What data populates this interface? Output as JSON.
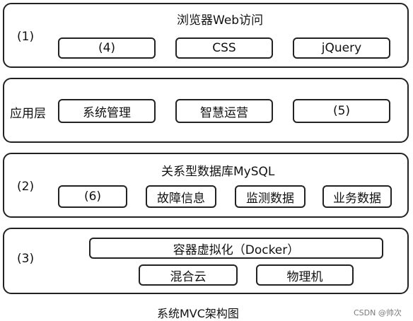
{
  "layers": {
    "browser": {
      "title": "浏览器Web访问",
      "marker": "(1)",
      "boxes": [
        "(4)",
        "CSS",
        "jQuery"
      ]
    },
    "application": {
      "label": "应用层",
      "boxes": [
        "系统管理",
        "智慧运营",
        "(5)"
      ]
    },
    "database": {
      "title": "关系型数据库MySQL",
      "marker": "(2)",
      "boxes": [
        "(6)",
        "故障信息",
        "监测数据",
        "业务数据"
      ]
    },
    "infra": {
      "marker": "(3)",
      "container": "容器虚拟化（Docker）",
      "boxes": [
        "混合云",
        "物理机"
      ]
    }
  },
  "caption": "系统MVC架构图",
  "watermark": "CSDN @帅次"
}
